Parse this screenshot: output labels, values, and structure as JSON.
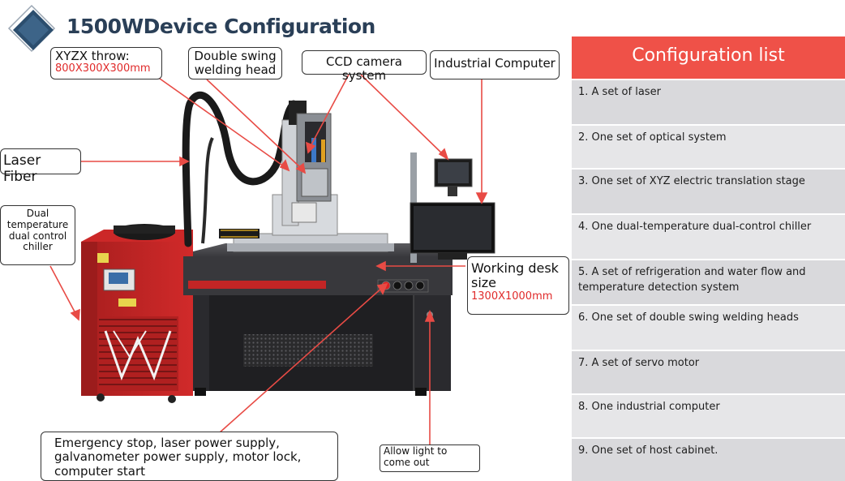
{
  "header": {
    "title": "1500WDevice Configuration"
  },
  "callouts": {
    "xyz_throw": {
      "label": "XYZX throw:",
      "value": "800X300X300mm"
    },
    "swing_head": {
      "line1": "Double swing",
      "line2": "welding head"
    },
    "ccd": {
      "label": "CCD camera system"
    },
    "computer": {
      "label": "Industrial Computer"
    },
    "fiber": {
      "label": "Laser Fiber"
    },
    "chiller": {
      "line1": "Dual",
      "line2": "temperature",
      "line3": "dual control",
      "line4": "chiller"
    },
    "desk": {
      "line1": "Working desk",
      "line2": "size",
      "value": "1300X1000mm"
    },
    "controls": {
      "line1": "Emergency stop, laser power supply,",
      "line2": "galvanometer power supply, motor lock,",
      "line3": "computer start"
    },
    "light": {
      "line1": "Allow light to",
      "line2": "come out"
    }
  },
  "config_list": {
    "title": "Configuration list",
    "items": [
      "1. A set of laser",
      "2. One set of optical system",
      "3. One set of XYZ electric translation stage",
      "4. One dual-temperature dual-control chiller",
      "5. A set of refrigeration and water flow and temperature detection system",
      "6. One set of double swing welding heads",
      "7. A set of servo motor",
      "8. One industrial computer",
      "9. One set of host cabinet."
    ]
  },
  "colors": {
    "accent": "#ef5148",
    "title": "#2a3f57",
    "callout_red": "#e02a2a",
    "list_bg": "#d9d9dc"
  }
}
